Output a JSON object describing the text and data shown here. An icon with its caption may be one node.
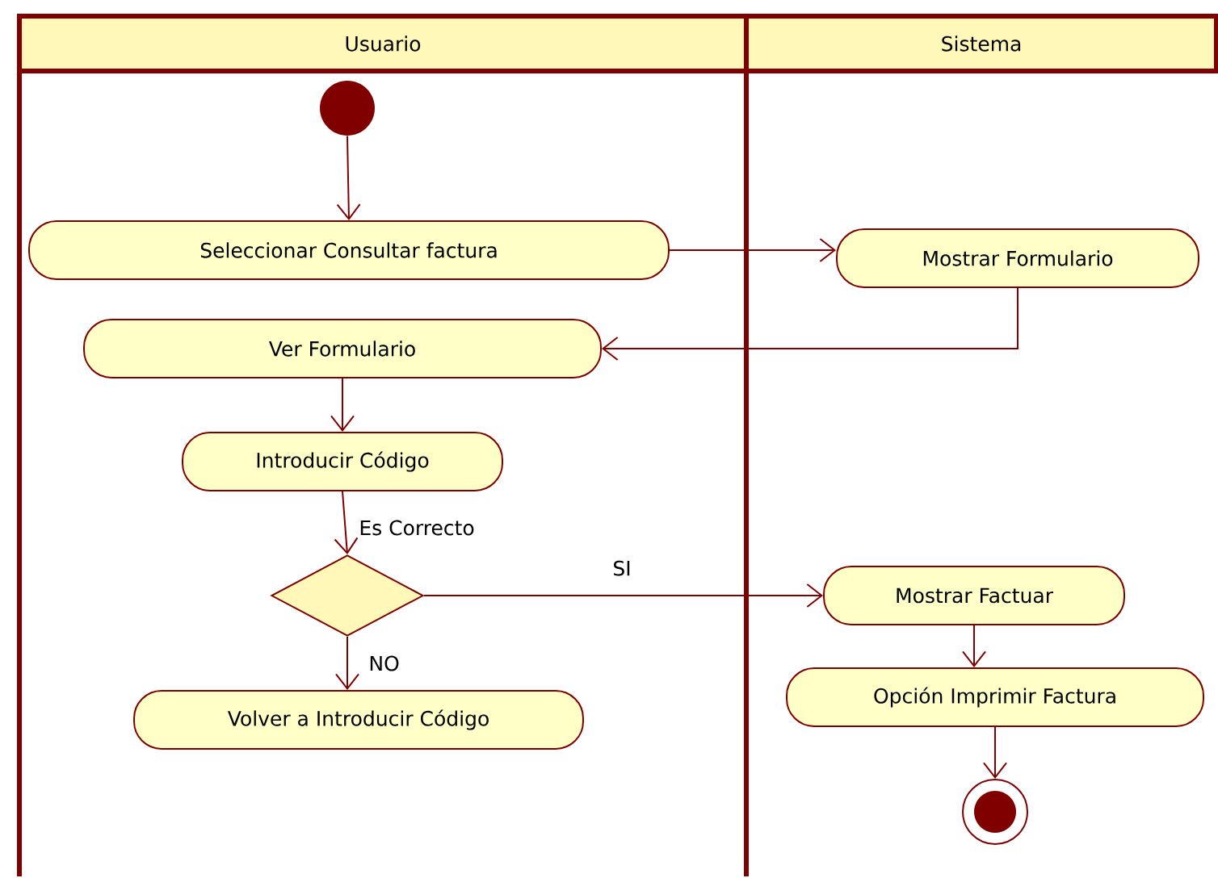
{
  "diagram": {
    "nodes": [
      {
        "text": [
          "Usuario"
        ]
      },
      {
        "text": [
          "Sistema"
        ]
      },
      {
        "text": [],
        "shape": "circle",
        "in": 0
      },
      {
        "text": [
          "Seleccionar Consultar factura"
        ],
        "in": 0
      },
      {
        "text": [
          "Mostrar Formulario"
        ],
        "in": 1
      },
      {
        "text": [
          "Ver Formulario"
        ],
        "in": 0
      },
      {
        "text": [
          "Introducir Código"
        ],
        "in": 0
      },
      {
        "text": [],
        "shape": "diamond",
        "in": 0
      },
      {
        "text": [
          "Volver a Introducir Código"
        ],
        "in": 0
      },
      {
        "text": [
          "Mostrar Factuar"
        ],
        "in": 1
      },
      {
        "text": [
          "Opción Imprimir Factura"
        ],
        "in": 1
      },
      {
        "text": [],
        "shape": "bullseye",
        "in": 1
      }
    ],
    "edges": [
      {
        "from": 2,
        "to": 3,
        "arrow": "to"
      },
      {
        "from": 3,
        "to": 4,
        "arrow": "to"
      },
      {
        "from": 4,
        "to": 5,
        "arrow": "to"
      },
      {
        "from": 5,
        "to": 6,
        "arrow": "to"
      },
      {
        "from": 6,
        "to": 7,
        "arrow": "to",
        "label": "Es Correcto"
      },
      {
        "from": 7,
        "to": 9,
        "arrow": "to",
        "label": "SI"
      },
      {
        "from": 7,
        "to": 8,
        "arrow": "to",
        "label": "NO"
      },
      {
        "from": 9,
        "to": 10,
        "arrow": "to"
      },
      {
        "from": 10,
        "to": 11,
        "arrow": "to"
      }
    ]
  }
}
